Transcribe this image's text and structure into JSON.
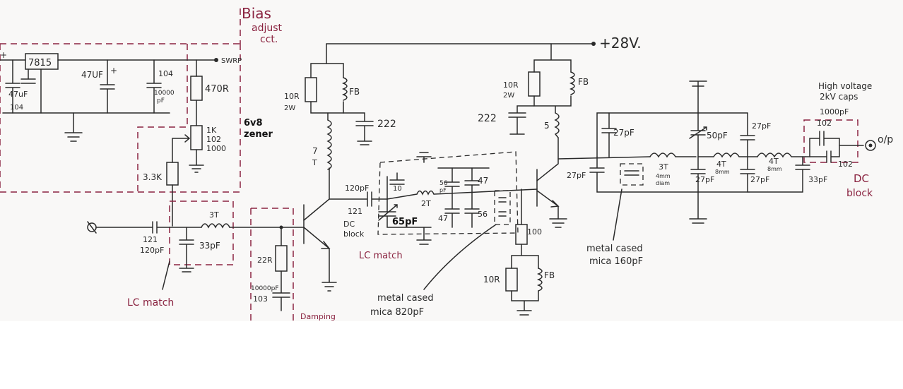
{
  "labels": {
    "bias_note_1": "Bias",
    "bias_note_2": "adjust",
    "bias_note_3": "cct.",
    "supply_voltage": "+28V.",
    "swr_pin": "SWRP",
    "regulator": "7815",
    "cap_47uf_a": "47UF",
    "cap_47uf_b": "47uF",
    "cap_104_a": "104",
    "cap_104_b": "104",
    "cap_10000pf_1": "10000",
    "cap_10000pf_2": "pF",
    "res_470r": "470R",
    "zener_1": "6v8",
    "zener_2": "zener",
    "pot_1": "1K",
    "pot_2": "102",
    "pot_3": "1000",
    "res_3k3": "3.3K",
    "res_10r_a": "10R",
    "res_10r_a_w": "2W",
    "fb_a": "FB",
    "cap_222_a": "222",
    "coil_7t": "7",
    "coil_7t_b": "T",
    "cap_120pf_top": "120pF",
    "cap_121_top": "121",
    "dc_block_1": "DC",
    "dc_block_2": "block",
    "cap_10": "10",
    "coil_2t": "2T",
    "cap_56": "56",
    "cap_56_pf": "pF",
    "cap_47_a": "47",
    "cap_47_b": "47",
    "cap_56_b": "56",
    "cap_65pf": "65pF",
    "lc_match_mid": "LC match",
    "res_10r_b": "10R",
    "res_10r_b_w": "2W",
    "fb_b": "FB",
    "cap_222_b": "222",
    "coil_5": "5",
    "res_100": "100",
    "res_10r_c": "10R",
    "fb_c": "FB",
    "cap_27pf_a": "27pF",
    "cap_27_b": "27pF",
    "coil_3t": "3T",
    "coil_3t_dim_1": "4mm",
    "coil_3t_dim_2": "diam",
    "cap_50pf": "50pF",
    "cap_27pf_c": "27pF",
    "coil_4t_a": "4T",
    "coil_4t_a_dim": "8mm",
    "cap_27pf_d": "27pF",
    "cap_27pf_e": "27pF",
    "coil_4t_b": "4T",
    "coil_4t_b_dim": "8mm",
    "cap_33pf_out": "33pF",
    "hv_note_1": "High voltage",
    "hv_note_2": "2kV caps",
    "cap_1000pf": "1000pF",
    "cap_102_a": "102",
    "cap_102_b": "102",
    "output": "o/p",
    "dc_block_out_1": "DC",
    "dc_block_out_2": "block",
    "mica_160_1": "metal cased",
    "mica_160_2": "mica 160pF",
    "mica_820_1": "metal cased",
    "mica_820_2": "mica 820pF",
    "cap_121_in": "121",
    "cap_120pf_in": "120pF",
    "coil_3t_in": "3T",
    "cap_33pf_in": "33pF",
    "lc_match_in": "LC match",
    "res_22r": "22R",
    "cap_10000pf_b": "10000pF",
    "cap_103": "103",
    "damping": "Damping"
  },
  "colors": {
    "ink": "#2a2a2a",
    "annotation": "#8a2340",
    "paper": "#f9f8f7"
  }
}
